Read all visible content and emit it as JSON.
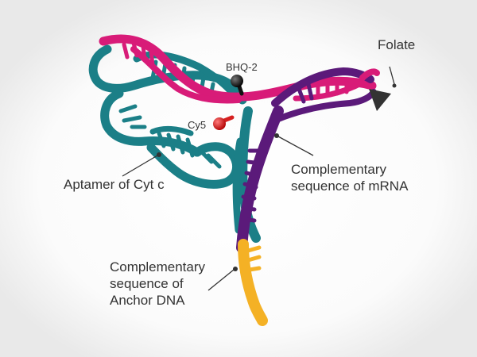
{
  "labels": {
    "folate": "Folate",
    "bhq2": "BHQ-2",
    "cy5": "Cy5",
    "aptamer": "Aptamer of Cyt c",
    "mrna": [
      "Complementary",
      "sequence of mRNA"
    ],
    "anchor": [
      "Complementary",
      "sequence of",
      "Anchor DNA"
    ]
  },
  "colors": {
    "aptamer_strand": "#1b7f87",
    "flare_strand": "#d81b78",
    "mrna_strand": "#5b1a7a",
    "anchor_segment": "#f4b125",
    "bhq2_marker": "#111111",
    "cy5_marker": "#d62020",
    "folate_marker": "#333333"
  }
}
